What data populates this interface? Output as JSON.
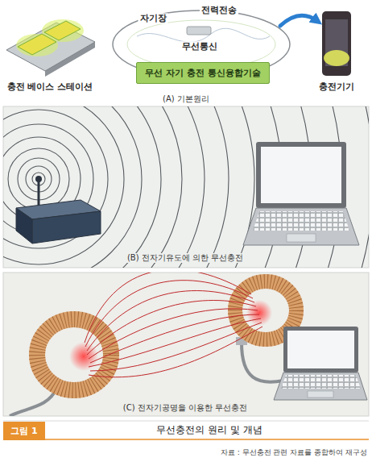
{
  "diagram": {
    "title": "무선충전의 원리 및 개념",
    "caption": "자료 : 무선충전 관련 자료를 종합하여 재구성",
    "nodes": [
      {
        "text": [
          "무선 자기 충전 통신융합기술"
        ]
      },
      {
        "text": [
          "그림 1"
        ]
      }
    ],
    "labels": [
      "충전 베이스 스테이션",
      "자기장",
      "전력전송",
      "무선통신",
      "충전기기",
      "(A) 기본원리",
      "(B) 전자기유도에 의한 무선충전",
      "(C) 전자기공명을 이용한 무선충전"
    ]
  }
}
